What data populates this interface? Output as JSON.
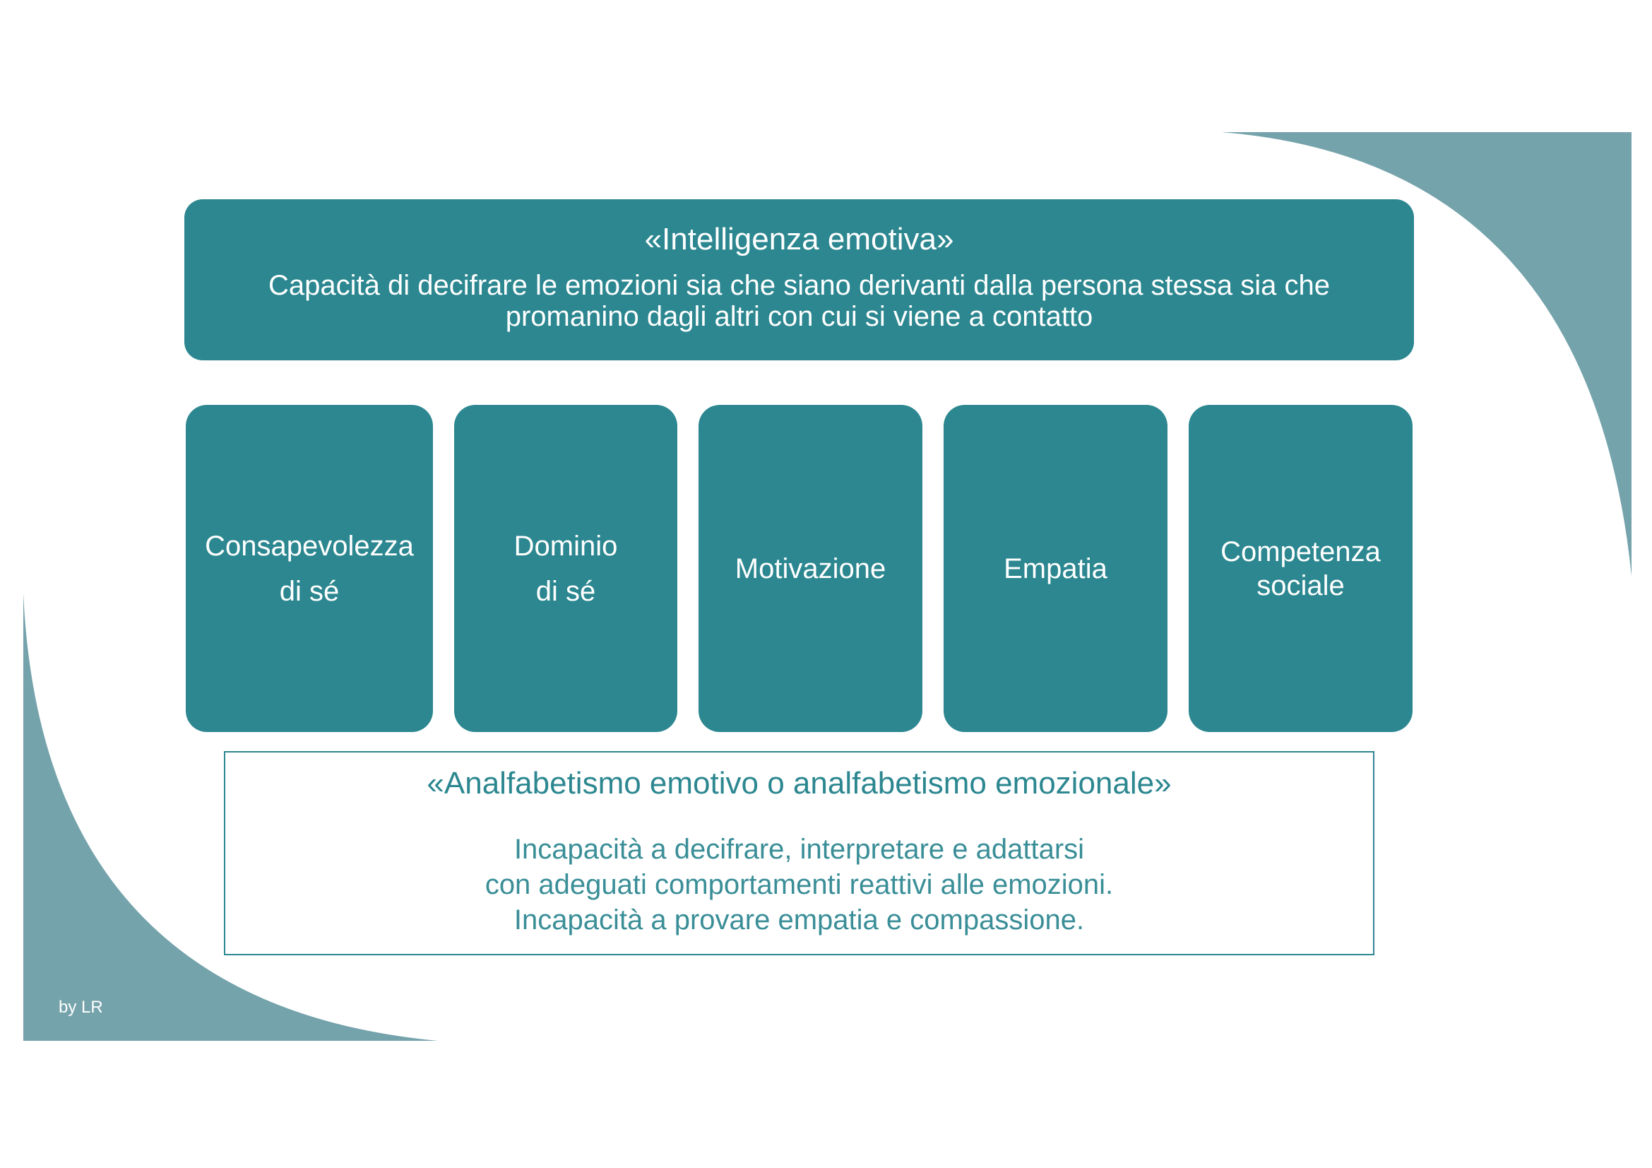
{
  "colors": {
    "accent": "#2c8790",
    "decoration": "#75a3ab",
    "background": "#ffffff"
  },
  "main": {
    "title": "«Intelligenza emotiva»",
    "description": "Capacità di decifrare le emozioni sia che siano derivanti dalla persona stessa sia che\npromanino dagli altri con cui si viene a contatto"
  },
  "components": [
    {
      "label": "Consapevolezza\ndi sé"
    },
    {
      "label": "Dominio\ndi sé"
    },
    {
      "label": "Motivazione"
    },
    {
      "label": "Empatia"
    },
    {
      "label": "Competenza\nsociale"
    }
  ],
  "bottom": {
    "title": "«Analfabetismo emotivo o analfabetismo emozionale»",
    "description": "Incapacità a decifrare, interpretare e adattarsi\ncon adeguati comportamenti reattivi alle emozioni.\nIncapacità a provare empatia e compassione."
  },
  "footer": {
    "credit": "by LR"
  }
}
